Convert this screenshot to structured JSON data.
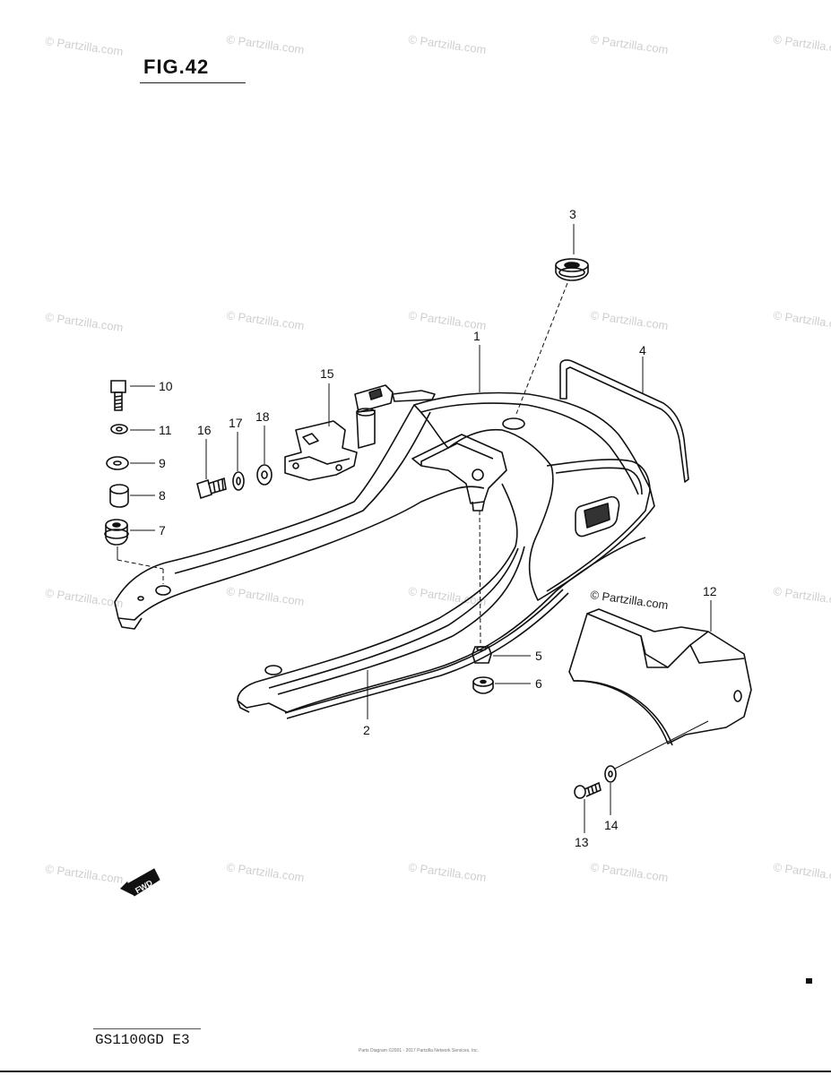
{
  "figure": {
    "title": "FIG.42",
    "model_code": "GS1100GD E3",
    "footer_copyright": "Parts Diagram ©2001 - 2017 Partzilla Network Services, Inc."
  },
  "watermark": {
    "text": "© Partzilla.com",
    "prominent_text": "© Partzilla.com"
  },
  "fwd_label": "FWD",
  "callouts": [
    "1",
    "2",
    "3",
    "4",
    "5",
    "6",
    "7",
    "8",
    "9",
    "10",
    "11",
    "12",
    "13",
    "14",
    "15",
    "16",
    "17",
    "18"
  ]
}
